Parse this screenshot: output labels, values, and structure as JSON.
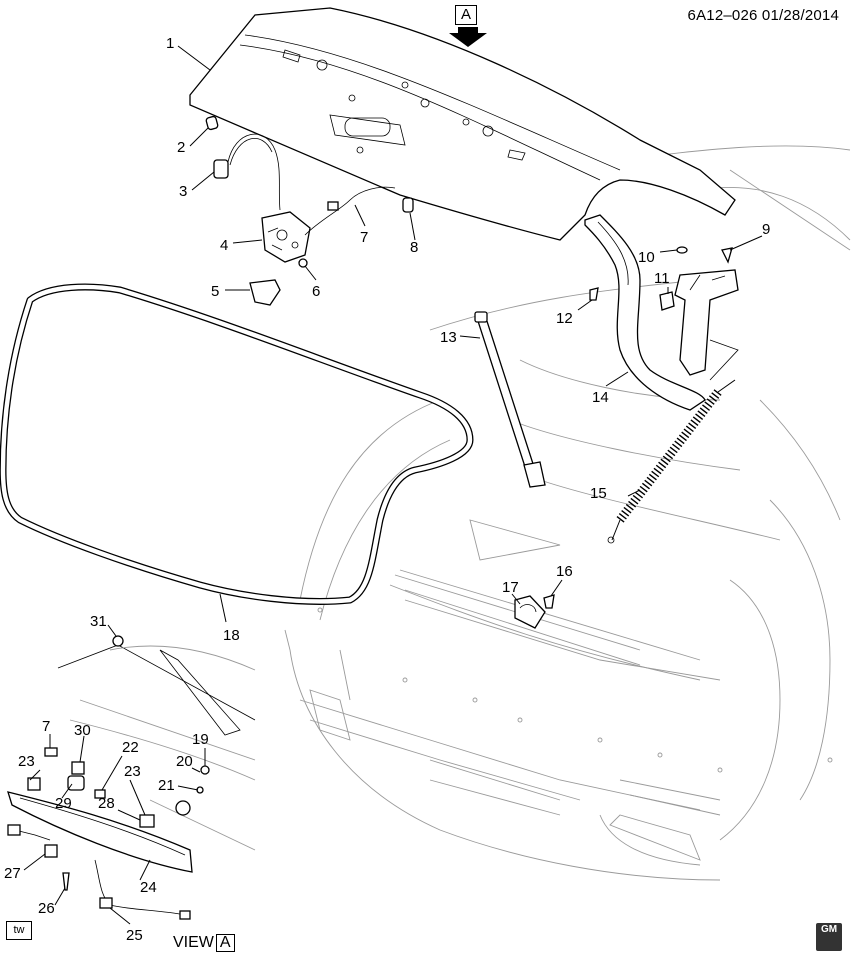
{
  "header": {
    "ref_code": "6A12–026 01/28/2014"
  },
  "view_marker": {
    "letter": "A"
  },
  "footer": {
    "tag": "tw",
    "view_label": "VIEW",
    "view_letter": "A",
    "logo": "GM"
  },
  "callouts": [
    "1",
    "2",
    "3",
    "4",
    "5",
    "6",
    "7",
    "8",
    "9",
    "10",
    "11",
    "12",
    "13",
    "14",
    "15",
    "16",
    "17",
    "18",
    "19",
    "20",
    "21",
    "22",
    "23",
    "24",
    "25",
    "26",
    "27",
    "28",
    "29",
    "30",
    "31",
    "7",
    "23"
  ]
}
